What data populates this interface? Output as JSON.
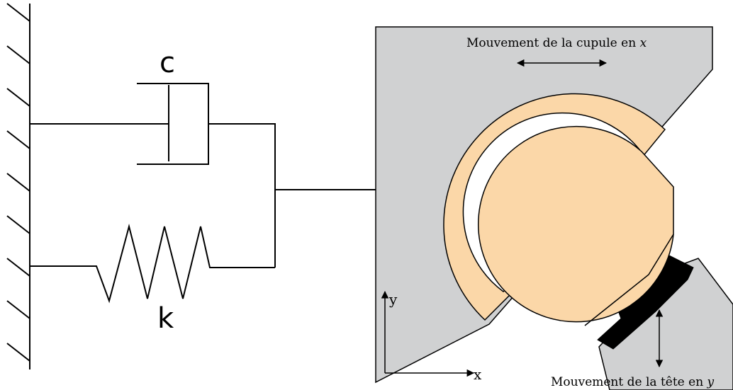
{
  "labels": {
    "damper": "c",
    "spring": "k",
    "cup_motion_prefix": "Mouvement de la cupule en ",
    "cup_motion_axis": "x",
    "head_motion_prefix": "Mouvement de la tête en ",
    "head_motion_axis": "y",
    "axis_x": "x",
    "axis_y": "y"
  },
  "colors": {
    "housing": "#d0d1d2",
    "cup": "#fbd7a8",
    "line": "#000000",
    "background": "#ffffff"
  }
}
